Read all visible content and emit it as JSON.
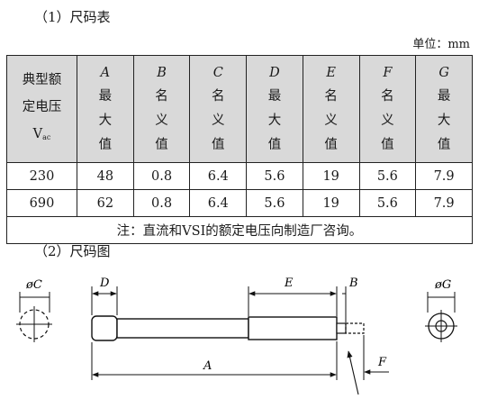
{
  "section1_title": "（1）尺码表",
  "unit": "单位：mm",
  "table": {
    "first_header": {
      "line1": "典型额",
      "line2": "定电压",
      "line3": "V",
      "line3_sub": "ac"
    },
    "columns": [
      {
        "letter": "A",
        "chars": [
          "最",
          "大",
          "值"
        ]
      },
      {
        "letter": "B",
        "chars": [
          "名",
          "义",
          "值"
        ]
      },
      {
        "letter": "C",
        "chars": [
          "名",
          "义",
          "值"
        ]
      },
      {
        "letter": "D",
        "chars": [
          "最",
          "大",
          "值"
        ]
      },
      {
        "letter": "E",
        "chars": [
          "名",
          "义",
          "值"
        ]
      },
      {
        "letter": "F",
        "chars": [
          "名",
          "义",
          "值"
        ]
      },
      {
        "letter": "G",
        "chars": [
          "最",
          "大",
          "值"
        ]
      }
    ],
    "rows": [
      [
        "230",
        "48",
        "0.8",
        "6.4",
        "5.6",
        "19",
        "5.6",
        "7.9"
      ],
      [
        "690",
        "62",
        "0.8",
        "6.4",
        "5.6",
        "19",
        "5.6",
        "7.9"
      ]
    ],
    "note": "注：直流和VSI的额定电压向制造厂咨询。"
  },
  "section2_title": "（2）尺码图",
  "diagram": {
    "labels": {
      "phi_c": "øC",
      "d": "D",
      "e": "E",
      "b": "B",
      "phi_g": "øG",
      "a": "A",
      "f": "F"
    }
  }
}
